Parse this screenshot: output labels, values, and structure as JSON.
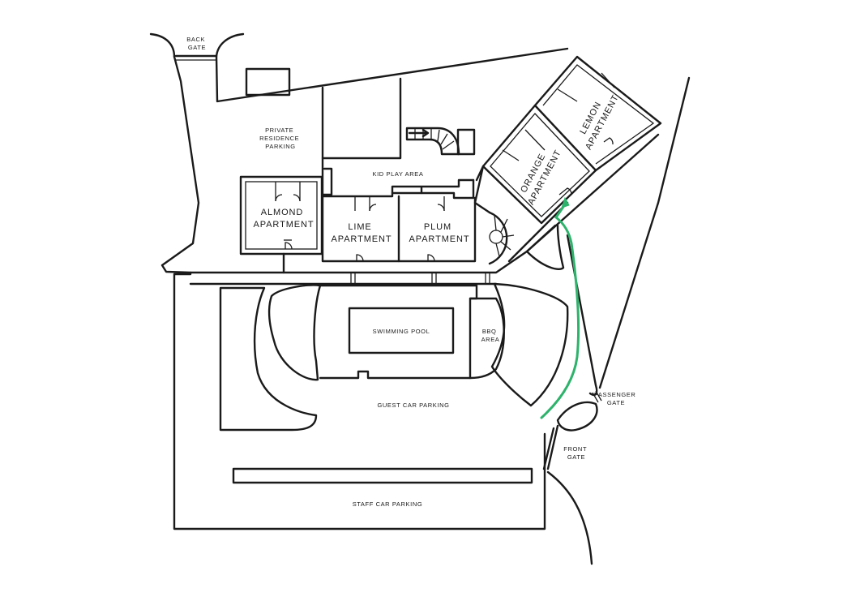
{
  "labels": {
    "back_gate": [
      "BACK",
      "GATE"
    ],
    "private_parking": [
      "PRIVATE",
      "RESIDENCE",
      "PARKING"
    ],
    "kid_play_area": "KID PLAY AREA",
    "almond": [
      "ALMOND",
      "APARTMENT"
    ],
    "lime": [
      "LIME",
      "APARTMENT"
    ],
    "plum": [
      "PLUM",
      "APARTMENT"
    ],
    "orange": [
      "ORANGE",
      "APARTMENT"
    ],
    "lemon": [
      "LEMON",
      "APARTMENT"
    ],
    "swimming_pool": "SWIMMING POOL",
    "bbq": [
      "BBQ",
      "AREA"
    ],
    "guest_parking": "GUEST CAR PARKING",
    "staff_parking": "STAFF CAR PARKING",
    "passenger_gate": [
      "PASSENGER",
      "GATE"
    ],
    "front_gate": [
      "FRONT",
      "GATE"
    ]
  },
  "colors": {
    "line": "#1a1a1a",
    "route": "#2db36b",
    "background": "#ffffff"
  }
}
